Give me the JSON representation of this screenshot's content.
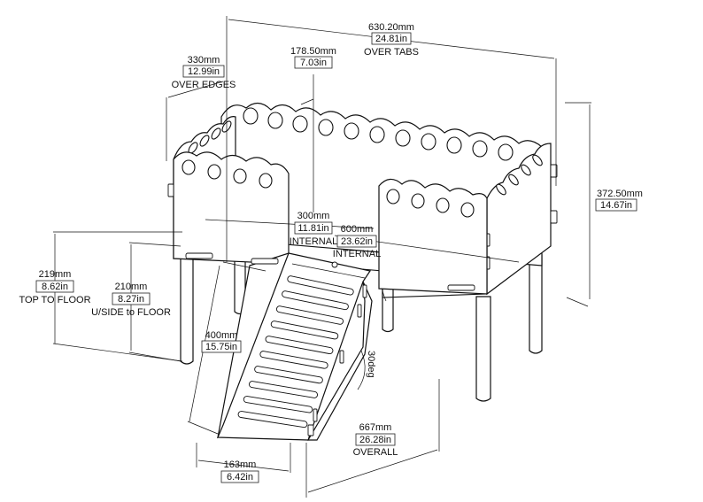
{
  "dimensions": {
    "over_tabs": {
      "mm": "630.20mm",
      "in": "24.81in",
      "note": "OVER TABS"
    },
    "over_edges": {
      "mm": "330mm",
      "in": "12.99in",
      "note": "OVER EDGES"
    },
    "gap": {
      "mm": "178.50mm",
      "in": "7.03in"
    },
    "internal_width": {
      "mm": "300mm",
      "in": "11.81in",
      "note": "INTERNAL"
    },
    "internal_length": {
      "mm": "600mm",
      "in": "23.62in",
      "note": "INTERNAL"
    },
    "height": {
      "mm": "372.50mm",
      "in": "14.67in"
    },
    "top_to_floor": {
      "mm": "219mm",
      "in": "8.62in",
      "note": "TOP TO FLOOR"
    },
    "underside_to_floor": {
      "mm": "210mm",
      "in": "8.27in",
      "note": "U/SIDE to FLOOR"
    },
    "ramp_length": {
      "mm": "400mm",
      "in": "15.75in"
    },
    "ramp_angle": {
      "label": "30deg"
    },
    "ramp_width": {
      "mm": "163mm",
      "in": "6.42in"
    },
    "overall": {
      "mm": "667mm",
      "in": "26.28in",
      "note": "OVERALL"
    }
  }
}
